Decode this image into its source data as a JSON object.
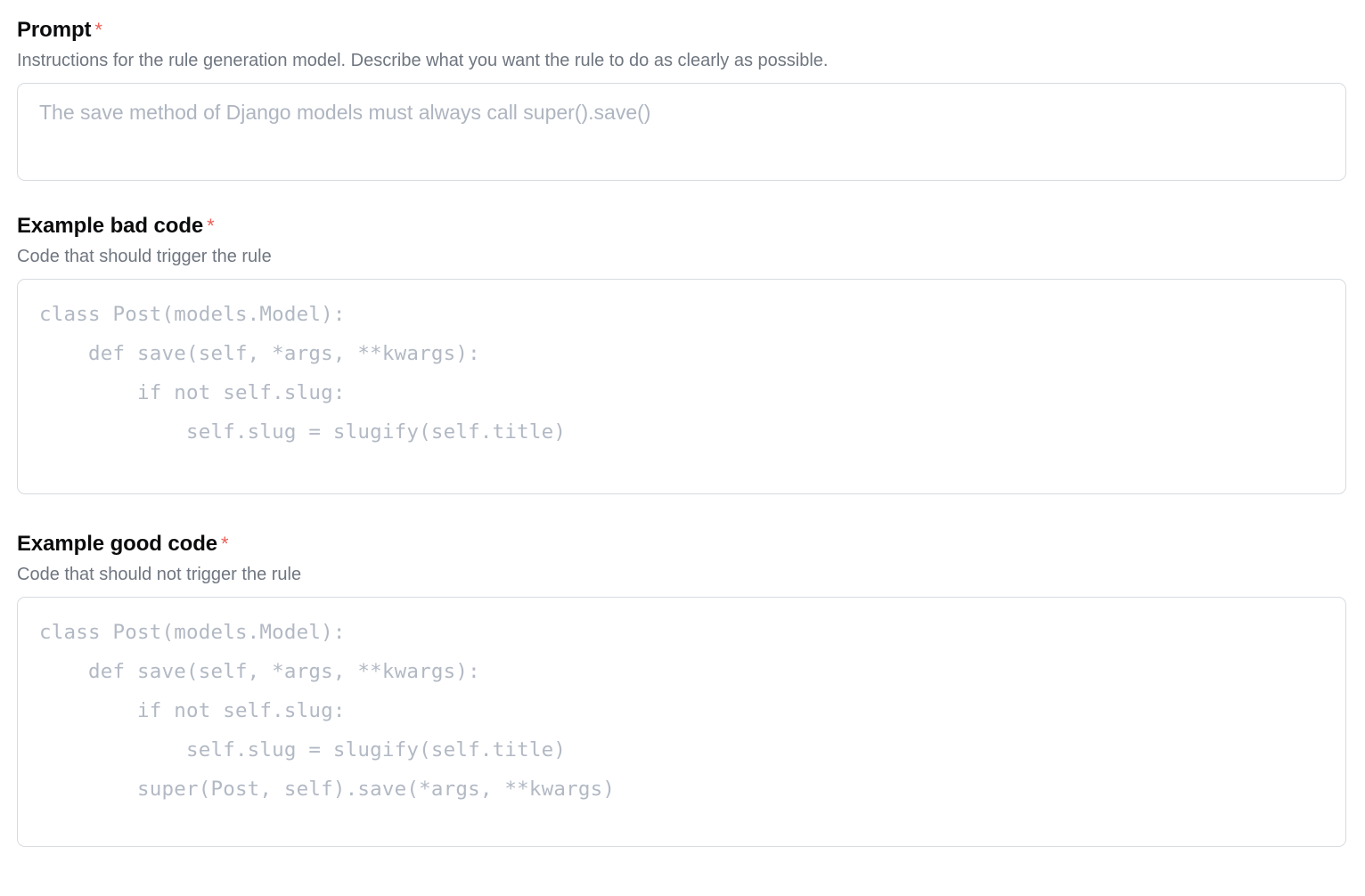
{
  "form": {
    "fields": [
      {
        "label": "Prompt",
        "required_marker": "*",
        "description": "Instructions for the rule generation model. Describe what you want the rule to do as clearly as possible.",
        "placeholder": "The save method of Django models must always call super().save()",
        "value": ""
      },
      {
        "label": "Example bad code",
        "required_marker": "*",
        "description": "Code that should trigger the rule",
        "placeholder": "class Post(models.Model):\n    def save(self, *args, **kwargs):\n        if not self.slug:\n            self.slug = slugify(self.title)",
        "value": ""
      },
      {
        "label": "Example good code",
        "required_marker": "*",
        "description": "Code that should not trigger the rule",
        "placeholder": "class Post(models.Model):\n    def save(self, *args, **kwargs):\n        if not self.slug:\n            self.slug = slugify(self.title)\n        super(Post, self).save(*args, **kwargs)",
        "value": ""
      }
    ]
  },
  "colors": {
    "page_background": "#ffffff",
    "label_text": "#0b0c0e",
    "description_text": "#6f7680",
    "placeholder_text": "#aeb5c0",
    "code_placeholder_text": "#b2b9c4",
    "input_border": "#d7dbe0",
    "required_star": "#ef5f56"
  }
}
